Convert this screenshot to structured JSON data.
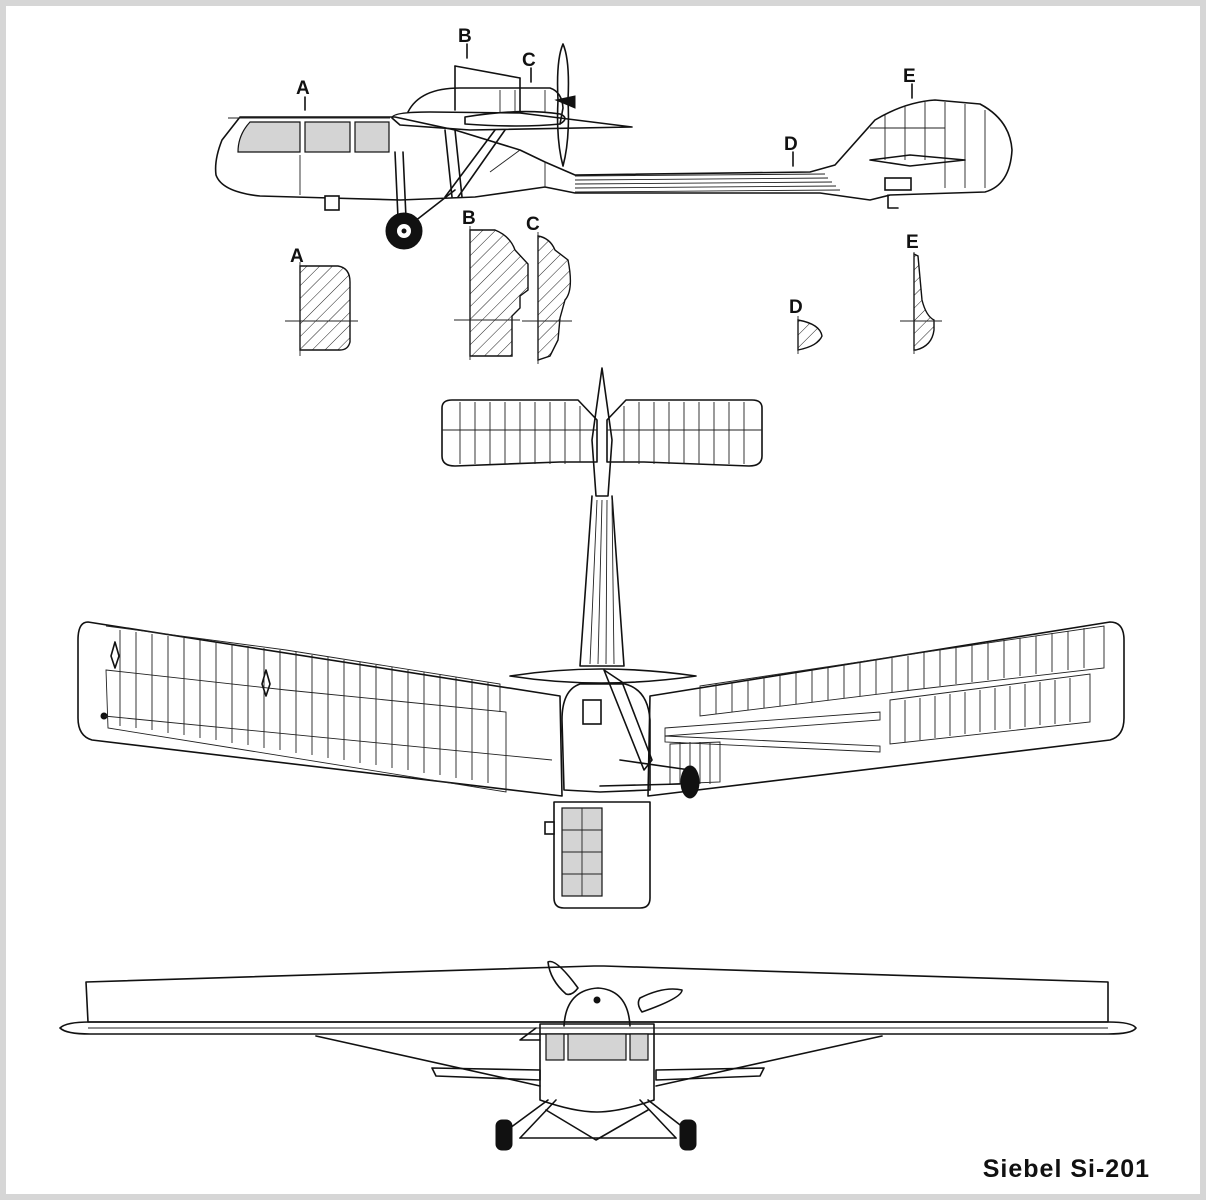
{
  "title": "Siebel Si-201",
  "section_markers": [
    "A",
    "B",
    "C",
    "D",
    "E"
  ],
  "views": [
    "side-view",
    "top-view",
    "front-view"
  ],
  "colors": {
    "glazing": "#d4d4d4",
    "ink": "#111111",
    "frame": "#d6d6d6"
  }
}
